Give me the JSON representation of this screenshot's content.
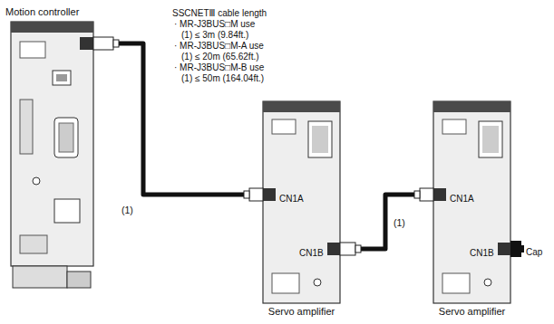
{
  "diagram": {
    "nodes": [
      {
        "text": [
          "Motion controller"
        ]
      },
      {
        "text": [
          "Servo amplifier"
        ]
      },
      {
        "text": [
          "Servo amplifier"
        ]
      }
    ],
    "edges": [
      {
        "from": 0,
        "to": 1,
        "arrow": "none",
        "label": "(1)"
      },
      {
        "from": 1,
        "to": 2,
        "arrow": "none",
        "label": "(1)"
      }
    ],
    "labels": [
      "SSCNETⅢ cable length",
      "· MR-J3BUS□M use",
      "(1) ≤ 3m (9.84ft.)",
      "· MR-J3BUS□M-A use",
      "(1) ≤ 20m (65.62ft.)",
      "· MR-J3BUS□M-B use",
      "(1) ≤ 50m (164.04ft.)",
      "CN1A",
      "CN1B",
      "CN1A",
      "CN1B",
      "Cap"
    ]
  }
}
